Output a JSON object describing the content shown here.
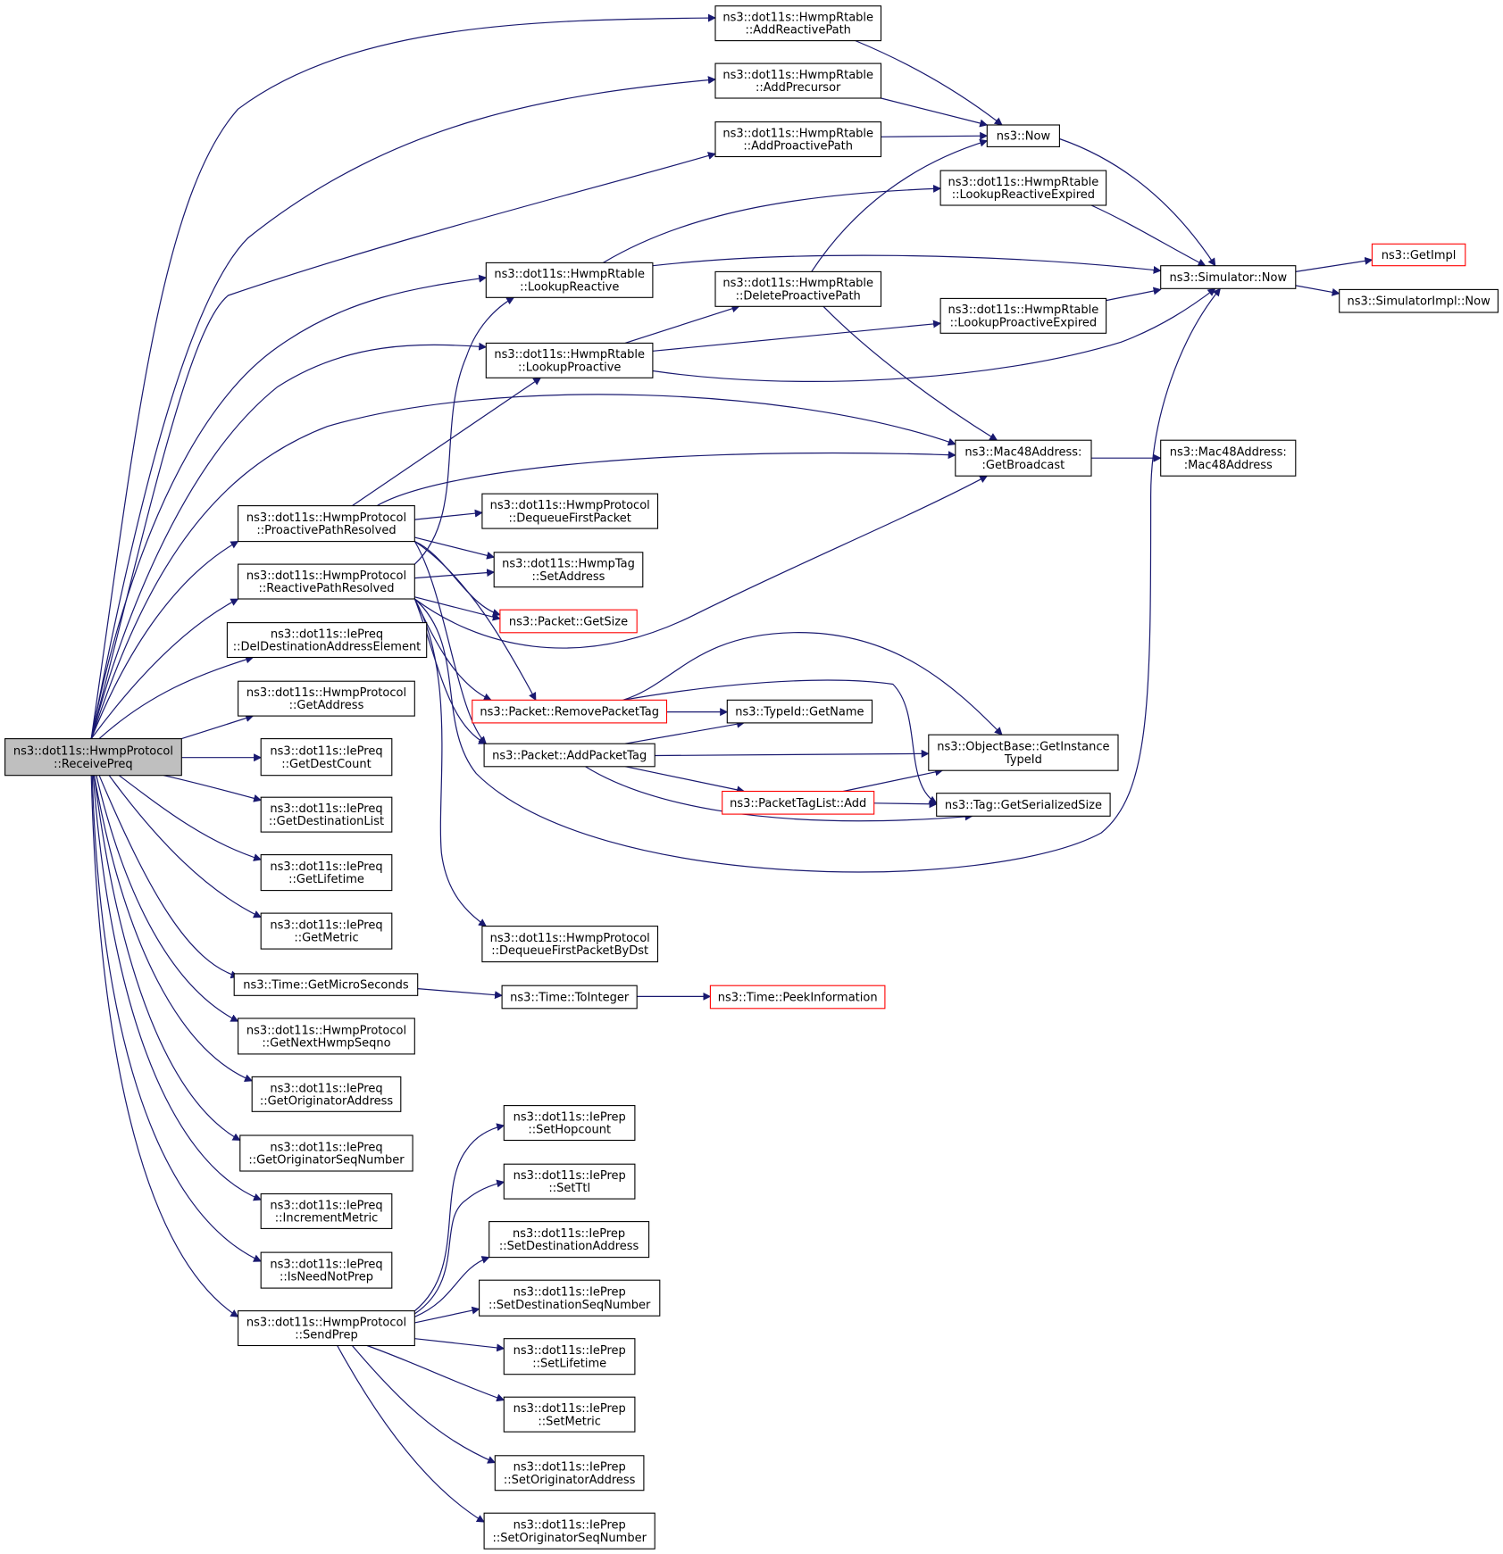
{
  "colors": {
    "edge": "#191970",
    "node_border": "#000000",
    "truncated_border": "#ff0000",
    "root_fill": "#bfbfbf",
    "node_fill": "#ffffff",
    "text": "#000000"
  },
  "nodes": [
    {
      "id": "receivepreq",
      "lines": [
        "ns3::dot11s::HwmpProtocol",
        "::ReceivePreq"
      ],
      "root": true
    },
    {
      "id": "addreactivepath",
      "lines": [
        "ns3::dot11s::HwmpRtable",
        "::AddReactivePath"
      ]
    },
    {
      "id": "addprecursor",
      "lines": [
        "ns3::dot11s::HwmpRtable",
        "::AddPrecursor"
      ]
    },
    {
      "id": "addproactivepath",
      "lines": [
        "ns3::dot11s::HwmpRtable",
        "::AddProactivePath"
      ]
    },
    {
      "id": "now",
      "lines": [
        "ns3::Now"
      ]
    },
    {
      "id": "lookupreactiveexpired",
      "lines": [
        "ns3::dot11s::HwmpRtable",
        "::LookupReactiveExpired"
      ]
    },
    {
      "id": "lookupreactive",
      "lines": [
        "ns3::dot11s::HwmpRtable",
        "::LookupReactive"
      ]
    },
    {
      "id": "simulatornow",
      "lines": [
        "ns3::Simulator::Now"
      ]
    },
    {
      "id": "getimpl",
      "lines": [
        "ns3::GetImpl"
      ],
      "truncated": true
    },
    {
      "id": "simulatorimplnow",
      "lines": [
        "ns3::SimulatorImpl::Now"
      ]
    },
    {
      "id": "deleteproactivepath",
      "lines": [
        "ns3::dot11s::HwmpRtable",
        "::DeleteProactivePath"
      ]
    },
    {
      "id": "lookupproactiveexpired",
      "lines": [
        "ns3::dot11s::HwmpRtable",
        "::LookupProactiveExpired"
      ]
    },
    {
      "id": "lookupproactive",
      "lines": [
        "ns3::dot11s::HwmpRtable",
        "::LookupProactive"
      ]
    },
    {
      "id": "getbroadcast",
      "lines": [
        "ns3::Mac48Address:",
        ":GetBroadcast"
      ]
    },
    {
      "id": "mac48address",
      "lines": [
        "ns3::Mac48Address:",
        ":Mac48Address"
      ]
    },
    {
      "id": "proactivepathresolved",
      "lines": [
        "ns3::dot11s::HwmpProtocol",
        "::ProactivePathResolved"
      ]
    },
    {
      "id": "dequeuefirstpacket",
      "lines": [
        "ns3::dot11s::HwmpProtocol",
        "::DequeueFirstPacket"
      ]
    },
    {
      "id": "reactivepathresolved",
      "lines": [
        "ns3::dot11s::HwmpProtocol",
        "::ReactivePathResolved"
      ]
    },
    {
      "id": "hwmptagsetaddress",
      "lines": [
        "ns3::dot11s::HwmpTag",
        "::SetAddress"
      ]
    },
    {
      "id": "packetgetsize",
      "lines": [
        "ns3::Packet::GetSize"
      ],
      "truncated": true
    },
    {
      "id": "deldestinationaddresselement",
      "lines": [
        "ns3::dot11s::IePreq",
        "::DelDestinationAddressElement"
      ]
    },
    {
      "id": "getaddress",
      "lines": [
        "ns3::dot11s::HwmpProtocol",
        "::GetAddress"
      ]
    },
    {
      "id": "removepackettag",
      "lines": [
        "ns3::Packet::RemovePacketTag"
      ],
      "truncated": true
    },
    {
      "id": "typeidgetname",
      "lines": [
        "ns3::TypeId::GetName"
      ]
    },
    {
      "id": "getdestcount",
      "lines": [
        "ns3::dot11s::IePreq",
        "::GetDestCount"
      ]
    },
    {
      "id": "addpackettag",
      "lines": [
        "ns3::Packet::AddPacketTag"
      ]
    },
    {
      "id": "getinstancetypeid",
      "lines": [
        "ns3::ObjectBase::GetInstance",
        "TypeId"
      ]
    },
    {
      "id": "getdestinationlist",
      "lines": [
        "ns3::dot11s::IePreq",
        "::GetDestinationList"
      ]
    },
    {
      "id": "packettaglistadd",
      "lines": [
        "ns3::PacketTagList::Add"
      ],
      "truncated": true
    },
    {
      "id": "taggetserializedsize",
      "lines": [
        "ns3::Tag::GetSerializedSize"
      ]
    },
    {
      "id": "getlifetime",
      "lines": [
        "ns3::dot11s::IePreq",
        "::GetLifetime"
      ]
    },
    {
      "id": "getmetric",
      "lines": [
        "ns3::dot11s::IePreq",
        "::GetMetric"
      ]
    },
    {
      "id": "dequeuefirstpacketbydst",
      "lines": [
        "ns3::dot11s::HwmpProtocol",
        "::DequeueFirstPacketByDst"
      ]
    },
    {
      "id": "getmicroseconds",
      "lines": [
        "ns3::Time::GetMicroSeconds"
      ]
    },
    {
      "id": "timetointeger",
      "lines": [
        "ns3::Time::ToInteger"
      ]
    },
    {
      "id": "peekinformation",
      "lines": [
        "ns3::Time::PeekInformation"
      ],
      "truncated": true
    },
    {
      "id": "getnexthwmpseqno",
      "lines": [
        "ns3::dot11s::HwmpProtocol",
        "::GetNextHwmpSeqno"
      ]
    },
    {
      "id": "getoriginatoraddress",
      "lines": [
        "ns3::dot11s::IePreq",
        "::GetOriginatorAddress"
      ]
    },
    {
      "id": "sethopcount",
      "lines": [
        "ns3::dot11s::IePrep",
        "::SetHopcount"
      ]
    },
    {
      "id": "getoriginatorseqnumber",
      "lines": [
        "ns3::dot11s::IePreq",
        "::GetOriginatorSeqNumber"
      ]
    },
    {
      "id": "setttl",
      "lines": [
        "ns3::dot11s::IePrep",
        "::SetTtl"
      ]
    },
    {
      "id": "incrementmetric",
      "lines": [
        "ns3::dot11s::IePreq",
        "::IncrementMetric"
      ]
    },
    {
      "id": "setdestinationaddress",
      "lines": [
        "ns3::dot11s::IePrep",
        "::SetDestinationAddress"
      ]
    },
    {
      "id": "isneednotprep",
      "lines": [
        "ns3::dot11s::IePreq",
        "::IsNeedNotPrep"
      ]
    },
    {
      "id": "setdestinationseqnumber",
      "lines": [
        "ns3::dot11s::IePrep",
        "::SetDestinationSeqNumber"
      ]
    },
    {
      "id": "sendprep",
      "lines": [
        "ns3::dot11s::HwmpProtocol",
        "::SendPrep"
      ]
    },
    {
      "id": "setlifetime",
      "lines": [
        "ns3::dot11s::IePrep",
        "::SetLifetime"
      ]
    },
    {
      "id": "setmetric",
      "lines": [
        "ns3::dot11s::IePrep",
        "::SetMetric"
      ]
    },
    {
      "id": "setoriginatoraddress",
      "lines": [
        "ns3::dot11s::IePrep",
        "::SetOriginatorAddress"
      ]
    },
    {
      "id": "setoriginatorseqnumber",
      "lines": [
        "ns3::dot11s::IePrep",
        "::SetOriginatorSeqNumber"
      ]
    }
  ],
  "edges": [
    [
      "receivepreq",
      "addreactivepath"
    ],
    [
      "receivepreq",
      "addprecursor"
    ],
    [
      "receivepreq",
      "addproactivepath"
    ],
    [
      "receivepreq",
      "lookupreactive"
    ],
    [
      "receivepreq",
      "lookupproactive"
    ],
    [
      "receivepreq",
      "getbroadcast"
    ],
    [
      "receivepreq",
      "proactivepathresolved"
    ],
    [
      "receivepreq",
      "reactivepathresolved"
    ],
    [
      "receivepreq",
      "deldestinationaddresselement"
    ],
    [
      "receivepreq",
      "getaddress"
    ],
    [
      "receivepreq",
      "getdestcount"
    ],
    [
      "receivepreq",
      "getdestinationlist"
    ],
    [
      "receivepreq",
      "getlifetime"
    ],
    [
      "receivepreq",
      "getmetric"
    ],
    [
      "receivepreq",
      "getmicroseconds"
    ],
    [
      "receivepreq",
      "getnexthwmpseqno"
    ],
    [
      "receivepreq",
      "getoriginatoraddress"
    ],
    [
      "receivepreq",
      "getoriginatorseqnumber"
    ],
    [
      "receivepreq",
      "incrementmetric"
    ],
    [
      "receivepreq",
      "isneednotprep"
    ],
    [
      "receivepreq",
      "sendprep"
    ],
    [
      "addreactivepath",
      "now"
    ],
    [
      "addprecursor",
      "now"
    ],
    [
      "addproactivepath",
      "now"
    ],
    [
      "now",
      "simulatornow"
    ],
    [
      "lookupreactiveexpired",
      "simulatornow"
    ],
    [
      "lookupreactive",
      "lookupreactiveexpired"
    ],
    [
      "lookupreactive",
      "simulatornow"
    ],
    [
      "simulatornow",
      "getimpl"
    ],
    [
      "simulatornow",
      "simulatorimplnow"
    ],
    [
      "deleteproactivepath",
      "now"
    ],
    [
      "deleteproactivepath",
      "getbroadcast"
    ],
    [
      "lookupproactiveexpired",
      "simulatornow"
    ],
    [
      "lookupproactive",
      "deleteproactivepath"
    ],
    [
      "lookupproactive",
      "lookupproactiveexpired"
    ],
    [
      "lookupproactive",
      "simulatornow"
    ],
    [
      "getbroadcast",
      "mac48address"
    ],
    [
      "proactivepathresolved",
      "lookupproactive"
    ],
    [
      "proactivepathresolved",
      "getbroadcast"
    ],
    [
      "proactivepathresolved",
      "dequeuefirstpacket"
    ],
    [
      "proactivepathresolved",
      "hwmptagsetaddress"
    ],
    [
      "proactivepathresolved",
      "packetgetsize"
    ],
    [
      "proactivepathresolved",
      "removepackettag"
    ],
    [
      "proactivepathresolved",
      "addpackettag"
    ],
    [
      "reactivepathresolved",
      "lookupreactive"
    ],
    [
      "reactivepathresolved",
      "getbroadcast"
    ],
    [
      "reactivepathresolved",
      "hwmptagsetaddress"
    ],
    [
      "reactivepathresolved",
      "packetgetsize"
    ],
    [
      "reactivepathresolved",
      "removepackettag"
    ],
    [
      "reactivepathresolved",
      "addpackettag"
    ],
    [
      "reactivepathresolved",
      "simulatornow"
    ],
    [
      "reactivepathresolved",
      "dequeuefirstpacketbydst"
    ],
    [
      "removepackettag",
      "typeidgetname"
    ],
    [
      "removepackettag",
      "getinstancetypeid"
    ],
    [
      "removepackettag",
      "taggetserializedsize"
    ],
    [
      "addpackettag",
      "typeidgetname"
    ],
    [
      "addpackettag",
      "getinstancetypeid"
    ],
    [
      "addpackettag",
      "packettaglistadd"
    ],
    [
      "addpackettag",
      "taggetserializedsize"
    ],
    [
      "packettaglistadd",
      "getinstancetypeid"
    ],
    [
      "packettaglistadd",
      "taggetserializedsize"
    ],
    [
      "getmicroseconds",
      "timetointeger"
    ],
    [
      "timetointeger",
      "peekinformation"
    ],
    [
      "sendprep",
      "sethopcount"
    ],
    [
      "sendprep",
      "setttl"
    ],
    [
      "sendprep",
      "setdestinationaddress"
    ],
    [
      "sendprep",
      "setdestinationseqnumber"
    ],
    [
      "sendprep",
      "setlifetime"
    ],
    [
      "sendprep",
      "setmetric"
    ],
    [
      "sendprep",
      "setoriginatoraddress"
    ],
    [
      "sendprep",
      "setoriginatorseqnumber"
    ]
  ]
}
